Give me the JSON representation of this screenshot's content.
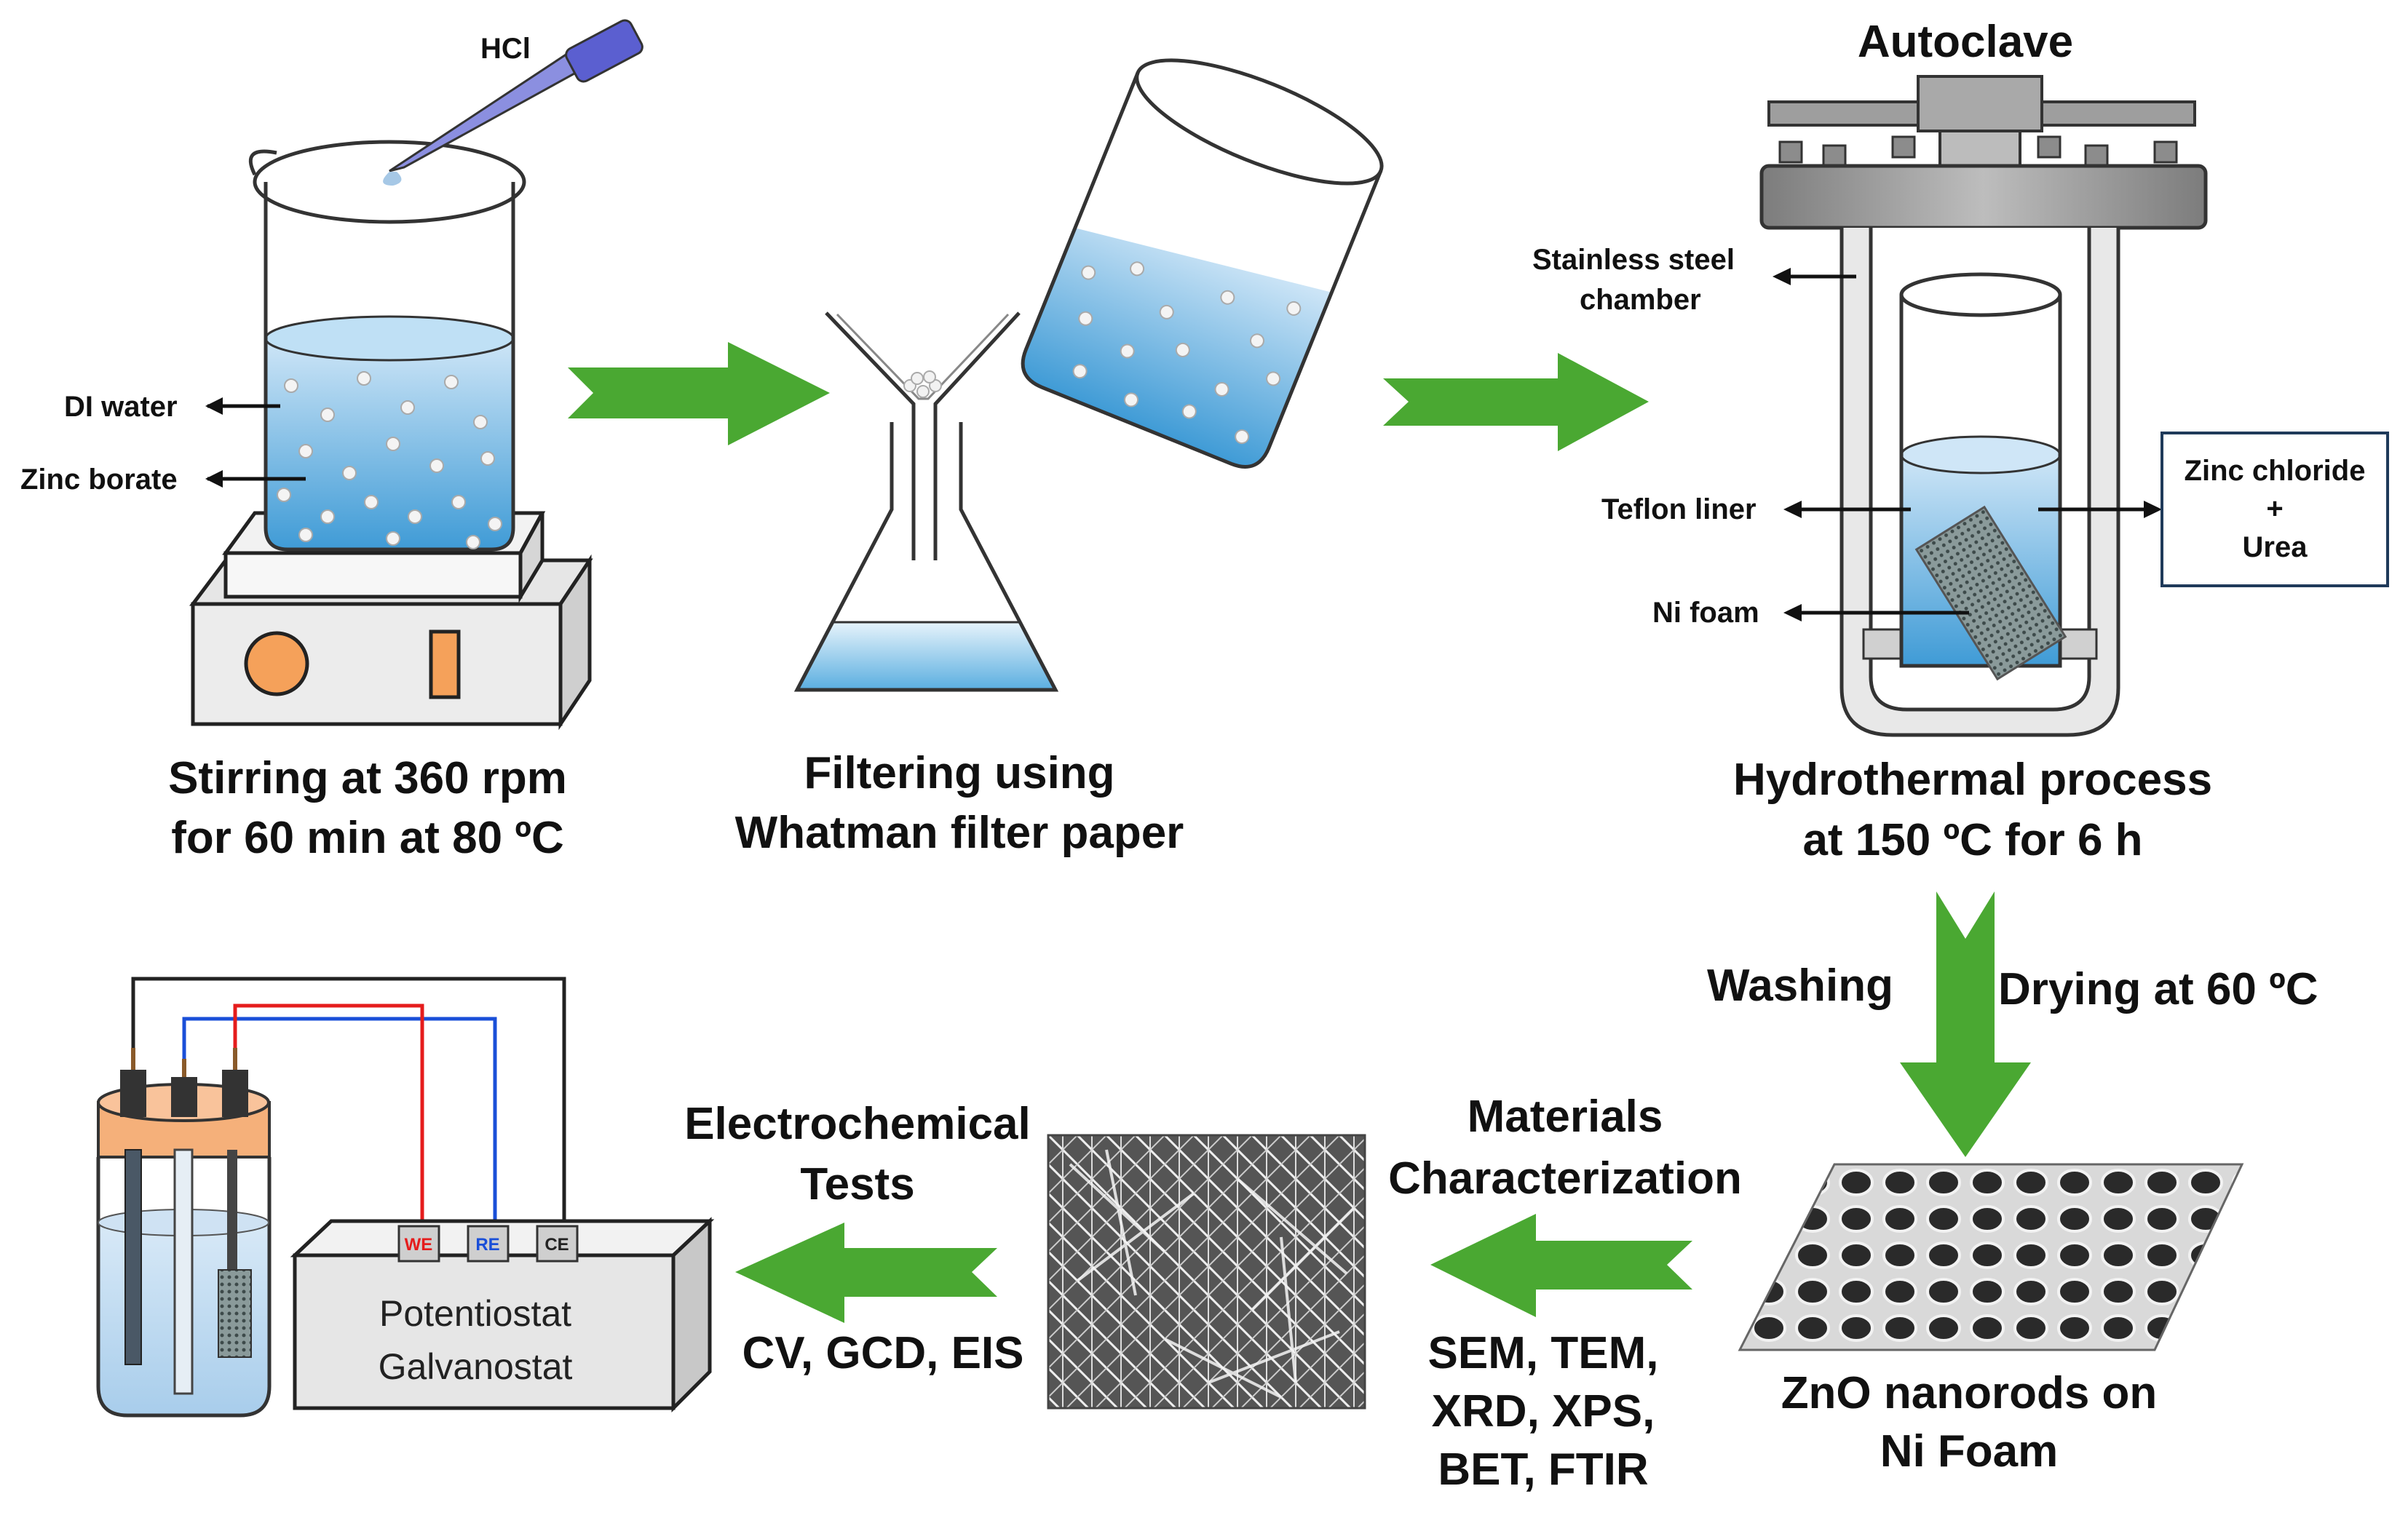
{
  "colors": {
    "arrow_green": "#4aa832",
    "liquid_blue": "#5fb0e0",
    "liquid_light": "#cfe6f7",
    "steel_gray": "#8c8c8c",
    "orange": "#f5a15a",
    "we_red": "#e51c1c",
    "re_blue": "#1a4fd8"
  },
  "step1": {
    "hcl": "HCl",
    "di_water": "DI water",
    "zinc_borate": "Zinc borate",
    "caption_line1": "Stirring at 360 rpm",
    "caption_line2": "for 60 min at 80 ºC"
  },
  "step2": {
    "caption_line1": "Filtering using",
    "caption_line2": "Whatman filter paper"
  },
  "step3": {
    "title": "Autoclave",
    "stainless_line1": "Stainless steel",
    "stainless_line2": "chamber",
    "teflon": "Teflon liner",
    "ni_foam": "Ni foam",
    "box_line1": "Zinc chloride",
    "box_line2": "+",
    "box_line3": "Urea",
    "caption_line1": "Hydrothermal process",
    "caption_line2": "at 150 ºC for 6 h"
  },
  "step4": {
    "washing": "Washing",
    "drying": "Drying at 60 ºC"
  },
  "step5": {
    "caption_line1": "ZnO nanorods on",
    "caption_line2": "Ni Foam"
  },
  "step6": {
    "title_line1": "Materials",
    "title_line2": "Characterization",
    "methods_line1": "SEM, TEM,",
    "methods_line2": "XRD, XPS,",
    "methods_line3": "BET, FTIR"
  },
  "step7": {
    "title_line1": "Electrochemical",
    "title_line2": "Tests",
    "methods": "CV, GCD, EIS"
  },
  "step8": {
    "we": "WE",
    "re": "RE",
    "ce": "CE",
    "device_line1": "Potentiostat",
    "device_line2": "Galvanostat"
  },
  "icons": [
    "beaker-icon",
    "hot-plate-icon",
    "pipette-icon",
    "funnel-icon",
    "erlenmeyer-flask-icon",
    "autoclave-icon",
    "teflon-liner-icon",
    "ni-foam-icon",
    "sem-image-icon",
    "electrochemical-cell-icon",
    "potentiostat-icon"
  ]
}
